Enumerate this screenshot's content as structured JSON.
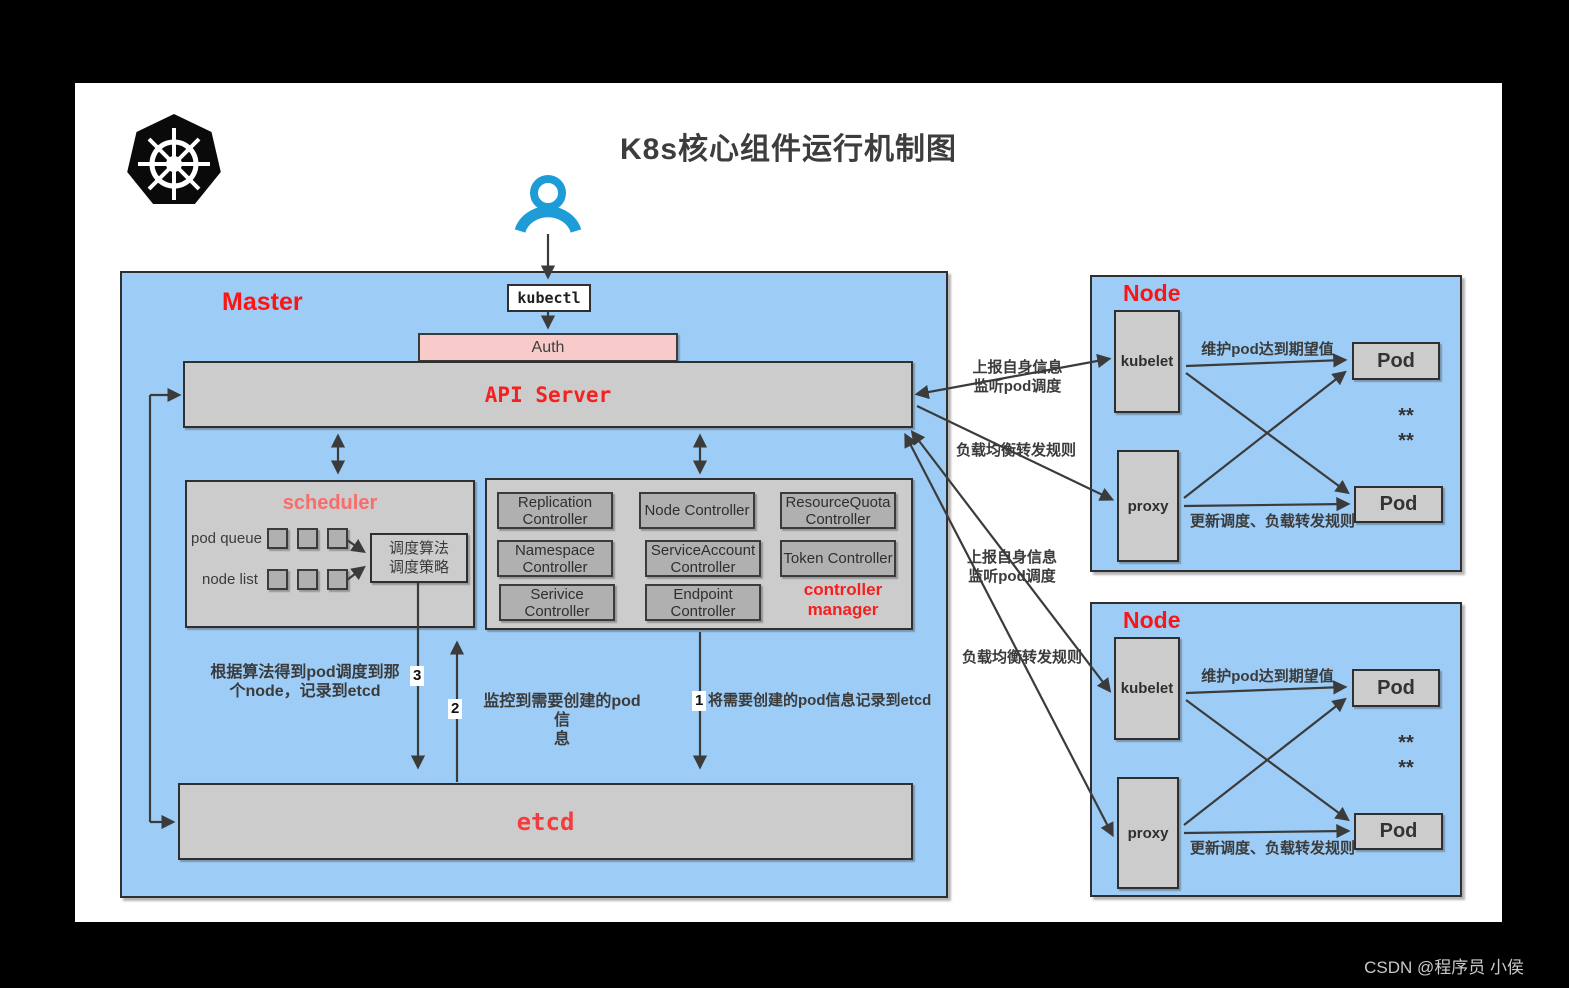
{
  "title": "K8s核心组件运行机制图",
  "watermark": "CSDN @程序员 小侯",
  "icons": {
    "logo": "kubernetes-logo",
    "user": "user-icon"
  },
  "colors": {
    "accent_red": "#fb1515",
    "scheduler_red": "#fa6b6b",
    "panel_blue": "#9dcdf7",
    "box_gray": "#cccccc",
    "inner_gray": "#b0b0b0",
    "auth_pink": "#f8caca",
    "user_blue": "#1e9cd7",
    "line_dark": "#3b3b3b"
  },
  "master": {
    "label": "Master",
    "kubectl": "kubectl",
    "auth": "Auth",
    "api_server": "API Server",
    "etcd": "etcd",
    "scheduler": {
      "label": "scheduler",
      "pod_queue": "pod queue",
      "node_list": "node list",
      "algorithm_box": "调度算法\n调度策略"
    },
    "controller_manager": {
      "label": "controller\nmanager",
      "controllers": [
        "Replication Controller",
        "Node Controller",
        "ResourceQuota Controller",
        "Namespace Controller",
        "ServiceAccount Controller",
        "Token Controller",
        "Serivice Controller",
        "Endpoint Controller"
      ]
    },
    "flow_labels": {
      "step3_num": "3",
      "step3": "根据算法得到pod调度到那\n个node，记录到etcd",
      "step2_num": "2",
      "step2": "监控到需要创建的pod信\n息",
      "step1_num": "1",
      "step1": "将需要创建的pod信息记录到etcd"
    }
  },
  "links": {
    "report1": "上报自身信息\n监听pod调度",
    "lb1": "负载均衡转发规则",
    "report2": "上报自身信息\n监听pod调度",
    "lb2": "负载均衡转发规则"
  },
  "nodes": [
    {
      "label": "Node",
      "kubelet": "kubelet",
      "proxy": "proxy",
      "pod1": "Pod",
      "pod2": "Pod",
      "maintain": "维护pod达到期望值",
      "update": "更新调度、负载转发规则",
      "ellipsis1": "**",
      "ellipsis2": "**"
    },
    {
      "label": "Node",
      "kubelet": "kubelet",
      "proxy": "proxy",
      "pod1": "Pod",
      "pod2": "Pod",
      "maintain": "维护pod达到期望值",
      "update": "更新调度、负载转发规则",
      "ellipsis1": "**",
      "ellipsis2": "**"
    }
  ]
}
